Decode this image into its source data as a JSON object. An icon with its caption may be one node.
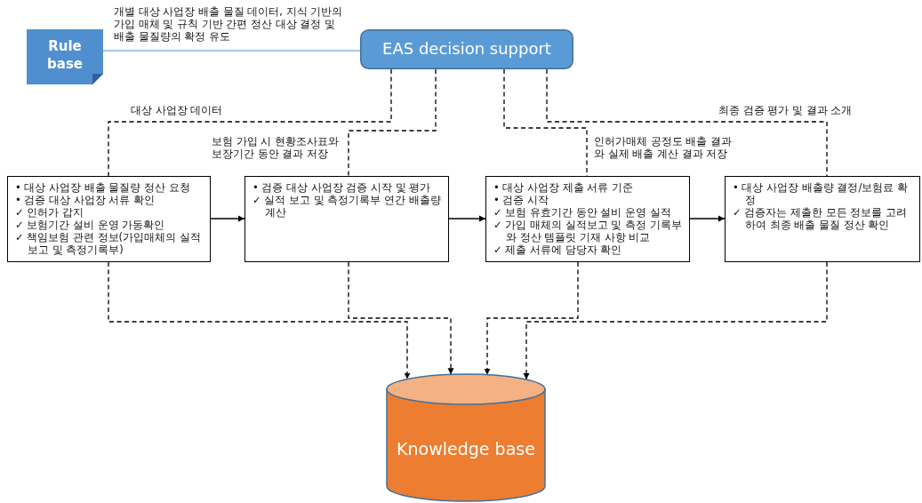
{
  "diagram": {
    "nodes": [
      {
        "text": [
          "Rule base"
        ]
      },
      {
        "text": [
          "EAS decision support"
        ]
      },
      {
        "text": [
          "• 대상 사업장 배출 물질량 정산 요청",
          "• 검증 대상 사업장 서류 확인",
          "✓ 인허가 갑지",
          "✓ 보험기간 설비 운영 가동확인",
          "✓ 책임보험 관련 정보(가입매체의 실적 보고 및 측정기록부)"
        ]
      },
      {
        "text": [
          "• 검증 대상 사업장 검증 시작 및 평가",
          "✓ 실적 보고 및 측정기록부 연간 배출량 계산"
        ]
      },
      {
        "text": [
          "• 대상 사업장 제출 서류 기준",
          "• 검증 시작",
          "✓ 보험 유효기간 동안 설비 운영 실적",
          "✓ 가입 매체의 실적보고 및 측정 기록부 와 정산 템플릿 기재 사항 비교",
          "✓ 제출 서류에 담당자 확인"
        ]
      },
      {
        "text": [
          "• 대상 사업장 배출량 결정/보험료 확정",
          "✓ 검증자는 제출한 모든 정보를 고려하여 최종 배출 물질 정산 확인"
        ]
      },
      {
        "text": [
          "Knowledge base"
        ]
      }
    ],
    "edges": [
      {
        "from": 0,
        "to": 1,
        "arrow": "none",
        "color": "#8db4e2",
        "label": "개별 대상 사업장 배출 물질 데이터, 지식 기반의 가입 매체 및 규칙 기반 간편 정산 대상 결정 및 배출 물질량의 확정 유도"
      },
      {
        "from": 1,
        "to": 2,
        "arrow": "none",
        "style": "dashed",
        "label": "대상 사업장 데이터"
      },
      {
        "from": 1,
        "to": 3,
        "arrow": "none",
        "style": "dashed",
        "label": "보험 가입 시 현황조사표와 보장기간 동안 결과 저장"
      },
      {
        "from": 1,
        "to": 4,
        "arrow": "none",
        "style": "dashed",
        "label": "인허가매체 공정도 배출 결과 와 실제 배출 계산 결과 저장"
      },
      {
        "from": 1,
        "to": 5,
        "arrow": "none",
        "style": "dashed",
        "label": "최종 검증 평가 및 결과 소개"
      },
      {
        "from": 2,
        "to": 3,
        "arrow": "to"
      },
      {
        "from": 3,
        "to": 4,
        "arrow": "to"
      },
      {
        "from": 4,
        "to": 5,
        "arrow": "to"
      },
      {
        "from": 2,
        "to": 6,
        "arrow": "to",
        "style": "dashed"
      },
      {
        "from": 3,
        "to": 6,
        "arrow": "to",
        "style": "dashed"
      },
      {
        "from": 4,
        "to": 6,
        "arrow": "to",
        "style": "dashed"
      },
      {
        "from": 5,
        "to": 6,
        "arrow": "to",
        "style": "dashed"
      }
    ]
  }
}
